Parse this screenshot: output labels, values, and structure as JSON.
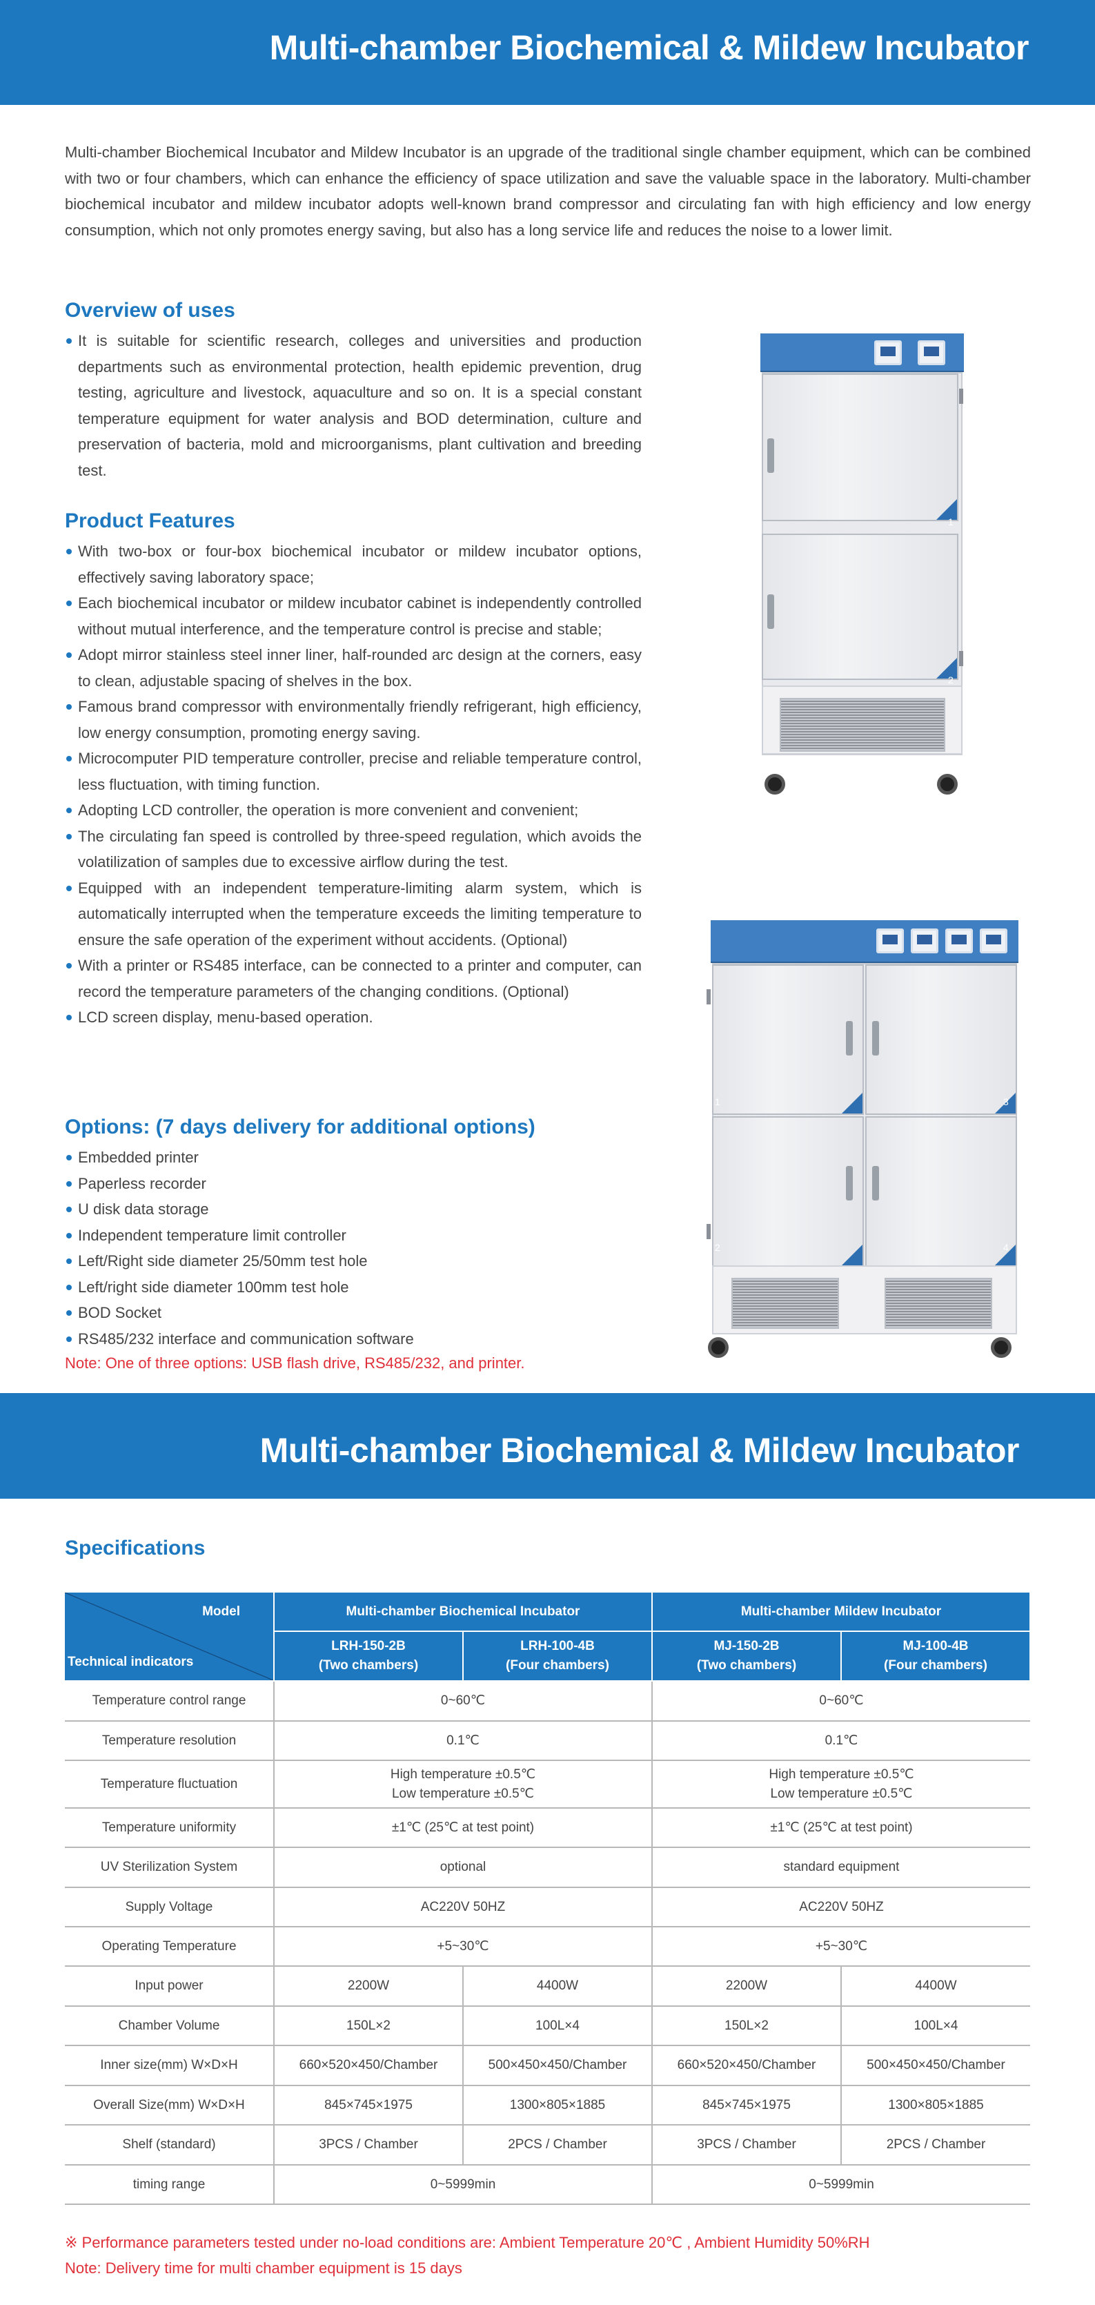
{
  "page": {
    "title": "Multi-chamber Biochemical & Mildew Incubator",
    "title_bottom": "Multi-chamber Biochemical & Mildew Incubator",
    "intro": "Multi-chamber Biochemical Incubator and Mildew Incubator is an upgrade of the traditional single chamber equipment, which can be combined with two or four chambers, which can enhance the efficiency of space utilization and save the valuable space in the laboratory. Multi-chamber biochemical incubator and mildew incubator adopts well-known brand compressor and circulating fan with high efficiency and low energy consumption, which not only promotes energy saving, but also has a long service life and reduces the noise to a lower limit."
  },
  "uses": {
    "title": "Overview of uses",
    "items": [
      "It is suitable for scientific research, colleges and universities and production departments such as environmental protection, health epidemic prevention, drug testing, agriculture and livestock, aquaculture and so on. It is a special constant temperature equipment for water analysis and BOD determination, culture and preservation of bacteria, mold and microorganisms, plant cultivation and breeding test."
    ]
  },
  "features": {
    "title": "Product Features",
    "items": [
      "With two-box or four-box biochemical incubator or mildew incubator options, effectively saving laboratory space;",
      "Each biochemical incubator or mildew incubator cabinet is independently controlled without mutual interference, and the temperature control is precise and stable;",
      "Adopt mirror stainless steel inner liner, half-rounded arc design at the corners, easy to clean, adjustable spacing of shelves in the box.",
      "Famous brand compressor with environmentally friendly refrigerant, high efficiency, low energy consumption, promoting energy saving.",
      "Microcomputer PID temperature controller, precise and reliable temperature control, less fluctuation, with timing function.",
      "Adopting LCD controller, the operation is more convenient and convenient;",
      "The circulating fan speed is controlled by three-speed regulation, which avoids the volatilization of samples due to excessive airflow during the test.",
      "Equipped with an independent temperature-limiting alarm system, which is automatically interrupted when the temperature exceeds the limiting temperature to ensure the safe operation of the experiment without accidents. (Optional)",
      "With a printer or RS485 interface, can be connected to a printer and computer, can record the temperature parameters of the changing conditions. (Optional)",
      "LCD screen display, menu-based operation."
    ]
  },
  "options": {
    "title": "Options: (7 days delivery for additional options)",
    "items": [
      "Embedded printer",
      "Paperless recorder",
      "U disk data storage",
      "Independent temperature limit controller",
      "Left/Right side diameter 25/50mm test hole",
      "Left/right side diameter 100mm test hole",
      "BOD Socket",
      "RS485/232 interface and communication software"
    ],
    "note": "Note: One of three options: USB flash drive, RS485/232, and printer."
  },
  "product_images": {
    "two_chamber": {
      "door_numbers": [
        "1",
        "2"
      ]
    },
    "four_chamber": {
      "door_numbers": [
        "1",
        "2",
        "3",
        "4"
      ]
    }
  },
  "specs": {
    "title": "Specifications",
    "header": {
      "model": "Model",
      "indicators": "Technical  indicators",
      "group_biochem": "Multi-chamber Biochemical Incubator",
      "group_mildew": "Multi-chamber Mildew Incubator",
      "models": [
        {
          "code": "LRH-150-2B",
          "chambers": "(Two chambers)"
        },
        {
          "code": "LRH-100-4B",
          "chambers": "(Four chambers)"
        },
        {
          "code": "MJ-150-2B",
          "chambers": "(Two chambers)"
        },
        {
          "code": "MJ-100-4B",
          "chambers": "(Four chambers)"
        }
      ]
    },
    "rows": {
      "temp_control": {
        "label": "Temperature control  range",
        "biochem": "0~60℃",
        "mildew": "0~60℃"
      },
      "temp_resolution": {
        "label": "Temperature resolution",
        "biochem": "0.1℃",
        "mildew": "0.1℃"
      },
      "temp_fluctuation": {
        "label": "Temperature fluctuation",
        "biochem_high": "High temperature ±0.5℃",
        "biochem_low": "Low temperature ±0.5℃",
        "mildew_high": "High temperature ±0.5℃",
        "mildew_low": "Low temperature ±0.5℃"
      },
      "temp_uniformity": {
        "label": "Temperature uniformity",
        "biochem": "±1℃ (25℃ at test point)",
        "mildew": "±1℃ (25℃ at test point)"
      },
      "uv": {
        "label": "UV Sterilization System",
        "biochem": "optional",
        "mildew": "standard equipment"
      },
      "voltage": {
        "label": "Supply Voltage",
        "biochem": "AC220V 50HZ",
        "mildew": "AC220V 50HZ"
      },
      "operating_temp": {
        "label": "Operating Temperature",
        "biochem": "+5~30℃",
        "mildew": "+5~30℃"
      },
      "input_power": {
        "label": "Input power",
        "values": [
          "2200W",
          "4400W",
          "2200W",
          "4400W"
        ]
      },
      "volume": {
        "label": "Chamber Volume",
        "values": [
          "150L×2",
          "100L×4",
          "150L×2",
          "100L×4"
        ]
      },
      "inner_size": {
        "label": "Inner size(mm) W×D×H",
        "values": [
          "660×520×450/Chamber",
          "500×450×450/Chamber",
          "660×520×450/Chamber",
          "500×450×450/Chamber"
        ]
      },
      "overall_size": {
        "label": "Overall Size(mm) W×D×H",
        "values": [
          "845×745×1975",
          "1300×805×1885",
          "845×745×1975",
          "1300×805×1885"
        ]
      },
      "shelf": {
        "label": "Shelf (standard)",
        "values": [
          "3PCS / Chamber",
          "2PCS / Chamber",
          "3PCS / Chamber",
          "2PCS / Chamber"
        ]
      },
      "timing": {
        "label": "timing range",
        "biochem": "0~5999min",
        "mildew": "0~5999min"
      }
    },
    "footnote": "※ Performance  parameters  tested  under no-load  conditions  are:  Ambient Temperature  20℃ , Ambient  Humidity 50%RH",
    "delivery_note": "Note: Delivery time for multi chamber equipment is 15 days"
  },
  "colors": {
    "brand_blue": "#1d78bf",
    "note_red": "#e0303a",
    "text": "#444444"
  }
}
